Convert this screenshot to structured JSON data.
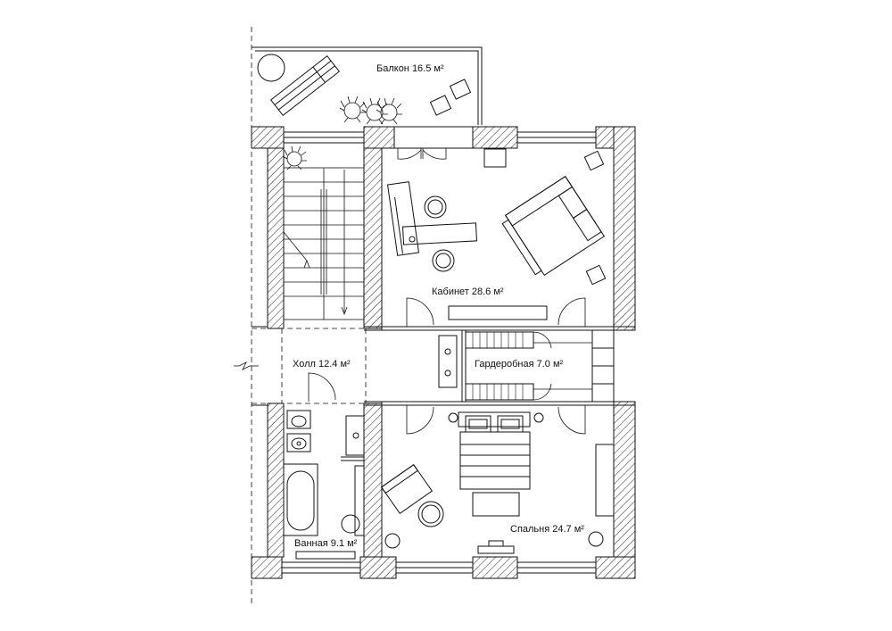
{
  "rooms": [
    {
      "id": "balcony",
      "label": "Балкон 16.5 м²"
    },
    {
      "id": "study",
      "label": "Кабинет 28.6 м²"
    },
    {
      "id": "hall",
      "label": "Холл 12.4 м²"
    },
    {
      "id": "wardrobe",
      "label": "Гардеробная 7.0 м²"
    },
    {
      "id": "bathroom",
      "label": "Ванная 9.1 м²"
    },
    {
      "id": "bedroom",
      "label": "Спальня 24.7 м²"
    }
  ],
  "colors": {
    "line": "#111111",
    "background": "#ffffff"
  }
}
